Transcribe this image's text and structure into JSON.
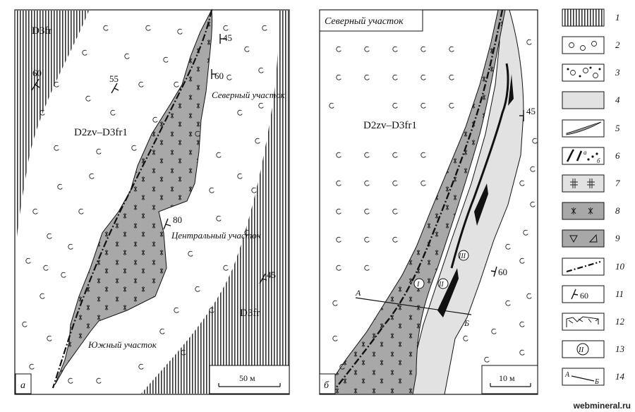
{
  "panel_a": {
    "corner_label": "а",
    "formation_east_west": "D3fr",
    "formation_center": "D2zv–D3fr1",
    "formation_east_lower": "D3fr",
    "dips": [
      "60",
      "55",
      "45",
      "60",
      "80",
      "45"
    ],
    "sites": {
      "north": "Северный участок",
      "central": "Центральный участок",
      "south": "Южный участок"
    },
    "scale": "50 м"
  },
  "panel_b": {
    "corner_label": "б",
    "title": "Северный участок",
    "formation_center": "D2zv–D3fr1",
    "dips": [
      "45",
      "60"
    ],
    "markers": [
      "I",
      "II",
      "III"
    ],
    "section_ends": [
      "А",
      "Б"
    ],
    "scale": "10 м"
  },
  "legend": {
    "items": [
      "1",
      "2",
      "3",
      "4",
      "5",
      "6",
      "7",
      "8",
      "9",
      "10",
      "11",
      "12",
      "13",
      "14"
    ],
    "item6_sub": [
      "а",
      "б"
    ],
    "item11_value": "60",
    "item13_marker": "II",
    "item14_ends": [
      "А",
      "Б"
    ]
  },
  "watermark": "webmineral.ru"
}
